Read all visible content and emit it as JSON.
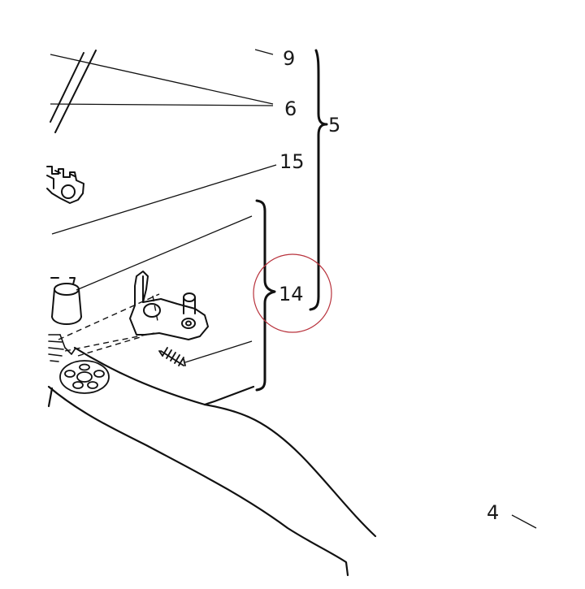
{
  "diagram": {
    "callouts": {
      "c9": "9",
      "c6": "6",
      "c5": "5",
      "c15": "15",
      "c14": "14",
      "c4": "4"
    },
    "highlight_color": "#b8323c"
  }
}
